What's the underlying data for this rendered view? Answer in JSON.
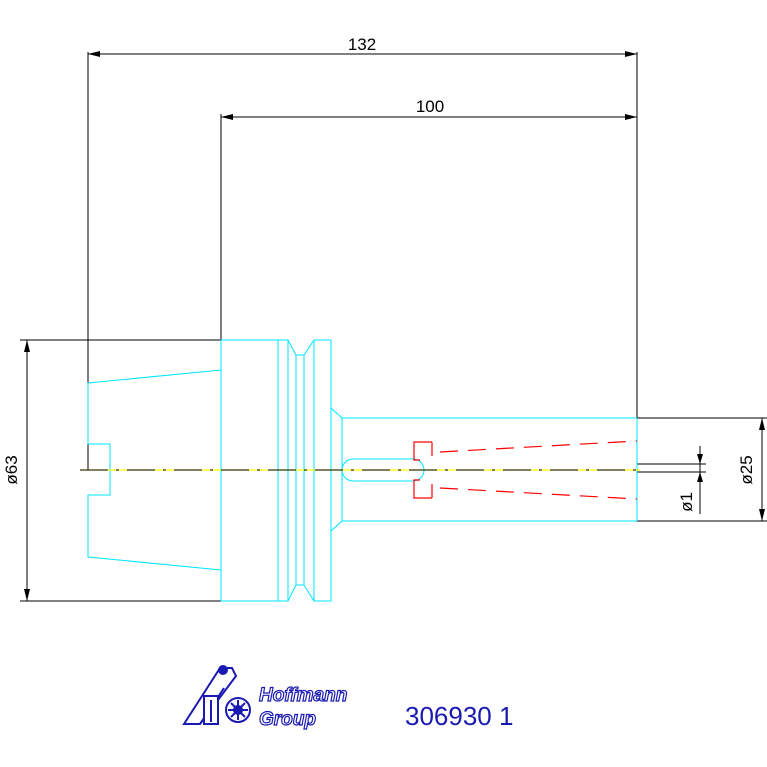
{
  "dimensions": {
    "overall_length": "132",
    "shank_length": "100",
    "flange_diameter": "ø63",
    "shank_diameter": "ø25",
    "bore_diameter": "ø1"
  },
  "logo": {
    "line1": "Hoffmann",
    "line2": "Group"
  },
  "part_number": "306930 1",
  "colors": {
    "dimension_lines": "#000000",
    "part_outline": "#00e5ff",
    "centerline": "#ffff00",
    "hidden_insert": "#ff0000",
    "brand": "#1a1ab3"
  }
}
